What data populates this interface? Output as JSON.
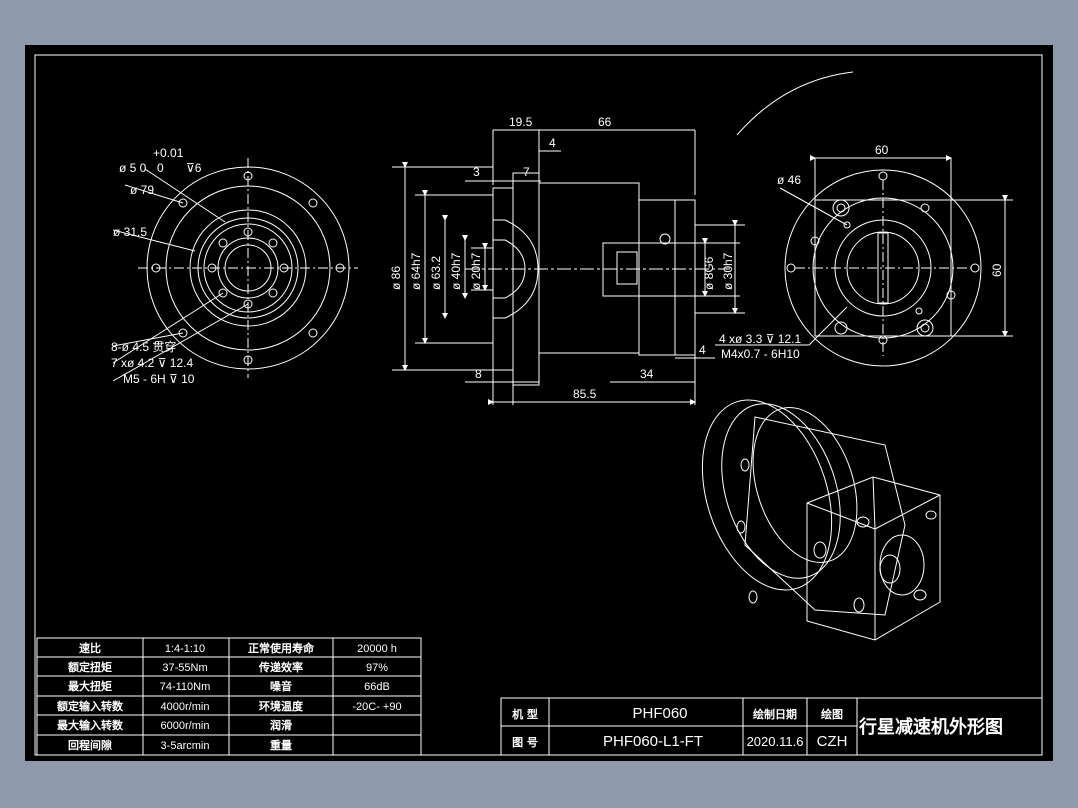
{
  "front_view": {
    "d50_tol": "+0.01",
    "d50_label": "ø 5 0",
    "d50_lower": "0",
    "d50_depth": "⊽6",
    "d79": "ø 79",
    "d31_5": "ø 31.5",
    "holes_a": "8-ø 4.5 贯穿",
    "holes_b": "7 xø 4.2 ⊽ 12.4",
    "holes_c": "M5 - 6H ⊽ 10"
  },
  "side_view": {
    "dim_19_5": "19.5",
    "dim_66": "66",
    "dim_4_top": "4",
    "dim_3": "3",
    "dim_7": "7",
    "dim_d86": "ø 86",
    "dim_d64": "ø 64h7",
    "dim_d63": "ø 63.2",
    "dim_d40": "ø 40h7",
    "dim_d20": "ø 20h7",
    "dim_d8": "ø 8G6",
    "dim_d30": "ø 30h7",
    "dim_8": "8",
    "dim_34": "34",
    "dim_4_bot": "4",
    "dim_85_5": "85.5"
  },
  "right_view": {
    "dim_60_top": "60",
    "dim_60_side": "60",
    "d46": "ø 46",
    "note_a": "4 xø 3.3 ⊽ 12.1",
    "note_b": "M4x0.7 - 6H10"
  },
  "spec_table": {
    "rows": [
      {
        "k1": "速比",
        "v1": "1:4-1:10",
        "k2": "正常使用寿命",
        "v2": "20000 h"
      },
      {
        "k1": "额定扭矩",
        "v1": "37-55Nm",
        "k2": "传递效率",
        "v2": "97%"
      },
      {
        "k1": "最大扭矩",
        "v1": "74-110Nm",
        "k2": "噪音",
        "v2": "66dB"
      },
      {
        "k1": "额定输入转数",
        "v1": "4000r/min",
        "k2": "环境温度",
        "v2": "-20C- +90"
      },
      {
        "k1": "最大输入转数",
        "v1": "6000r/min",
        "k2": "润滑",
        "v2": ""
      },
      {
        "k1": "回程间隙",
        "v1": "3-5arcmin",
        "k2": "重量",
        "v2": ""
      }
    ]
  },
  "title_block": {
    "model_label": "机 型",
    "model_value": "PHF060",
    "drawing_no_label": "图 号",
    "drawing_no_value": "PHF060-L1-FT",
    "date_label": "绘制日期",
    "date_value": "2020.11.6",
    "drawer_label": "绘图",
    "drawer_value": "CZH",
    "title": "行星减速机外形图"
  },
  "colors": {
    "background": "#8e9aab",
    "sheet": "#000000",
    "lines": "#ffffff"
  }
}
